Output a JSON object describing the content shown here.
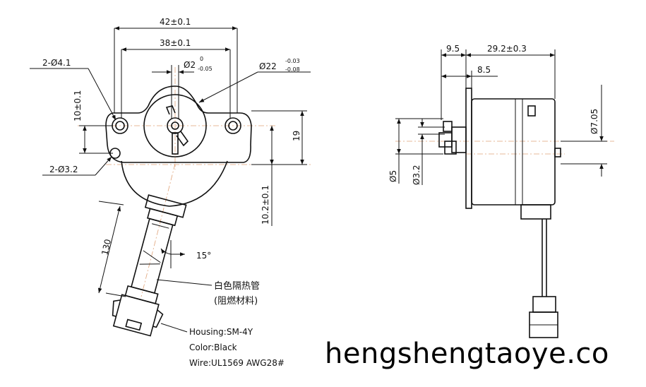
{
  "front_view": {
    "dim_overall_width": "42±0.1",
    "dim_hole_spacing": "38±0.1",
    "dim_shaft": "Ø2",
    "dim_shaft_tol_upper": "0",
    "dim_shaft_tol_lower": "-0.05",
    "dim_boss": "Ø22",
    "dim_boss_tol_upper": "-0.03",
    "dim_boss_tol_lower": "-0.08",
    "dim_mount_holes": "2-Ø4.1",
    "dim_locating_holes": "2-Ø3.2",
    "dim_vertical_offset": "10±0.1",
    "dim_height": "19",
    "dim_lower_offset": "10.2±0.1",
    "dim_lead_length": "130",
    "dim_angle": "15°",
    "sleeve_note_line1": "白色隔热管",
    "sleeve_note_line2": "(阻燃材料)",
    "housing_note": "Housing:SM-4Y",
    "color_note": "Color:Black",
    "wire_note": "Wire:UL1569 AWG28#"
  },
  "side_view": {
    "dim_shaft_protrusion": "9.5",
    "dim_body_length": "29.2±0.3",
    "dim_inner": "8.5",
    "dim_boss_dia": "Ø5",
    "dim_shaft_dia": "Ø3.2",
    "dim_body_dia": "Ø7.05"
  },
  "watermark": "hengshengtaoye.co"
}
